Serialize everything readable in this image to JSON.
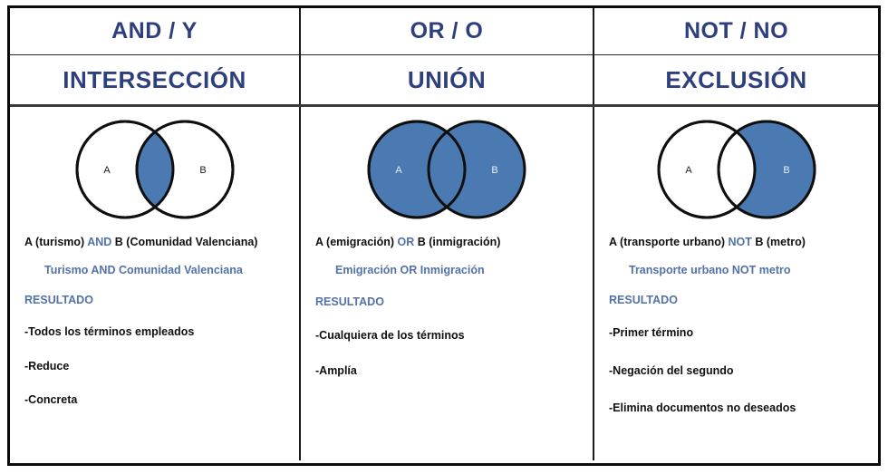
{
  "table": {
    "columns": [
      {
        "operator": "AND / Y",
        "set_name": "INTERSECCIÓN",
        "venn": {
          "type": "intersection",
          "label_a": "A",
          "label_b": "B",
          "fill_color": "#4a7ab1",
          "outline_color": "#0f0f0f",
          "a_filled": false,
          "b_filled": false,
          "overlap_filled": true
        },
        "equation_prefix": "A (turismo) ",
        "equation_operator": "AND",
        "equation_suffix": " B (Comunidad Valenciana)",
        "phrase": "Turismo AND Comunidad Valenciana",
        "result_label": "RESULTADO",
        "bullets": [
          "-Todos los términos empleados",
          "-Reduce",
          "-Concreta"
        ]
      },
      {
        "operator": "OR / O",
        "set_name": "UNIÓN",
        "venn": {
          "type": "union",
          "label_a": "A",
          "label_b": "B",
          "fill_color": "#4a7ab1",
          "outline_color": "#0f0f0f",
          "a_filled": true,
          "b_filled": true,
          "overlap_filled": true
        },
        "equation_prefix": "A (emigración) ",
        "equation_operator": "OR",
        "equation_suffix": " B (inmigración)",
        "phrase": "Emigración OR Inmigración",
        "result_label": "RESULTADO",
        "bullets": [
          "-Cualquiera de los términos",
          "-Amplía"
        ]
      },
      {
        "operator": "NOT / NO",
        "set_name": "EXCLUSIÓN",
        "venn": {
          "type": "exclusion",
          "label_a": "A",
          "label_b": "B",
          "fill_color": "#4a7ab1",
          "outline_color": "#0f0f0f",
          "a_filled": false,
          "b_filled": true,
          "overlap_filled": false
        },
        "equation_prefix": "A (transporte urbano) ",
        "equation_operator": "NOT",
        "equation_suffix": " B (metro)",
        "phrase": "Transporte urbano NOT metro",
        "result_label": "RESULTADO",
        "bullets": [
          "-Primer término",
          "-Negación del segundo",
          "-Elimina documentos no deseados"
        ]
      }
    ]
  },
  "colors": {
    "header_text": "#2e3f7e",
    "body_blue": "#5272a8",
    "venn_fill": "#4a7ab1",
    "venn_outline": "#0f0f0f",
    "border": "#0a0a0a"
  }
}
